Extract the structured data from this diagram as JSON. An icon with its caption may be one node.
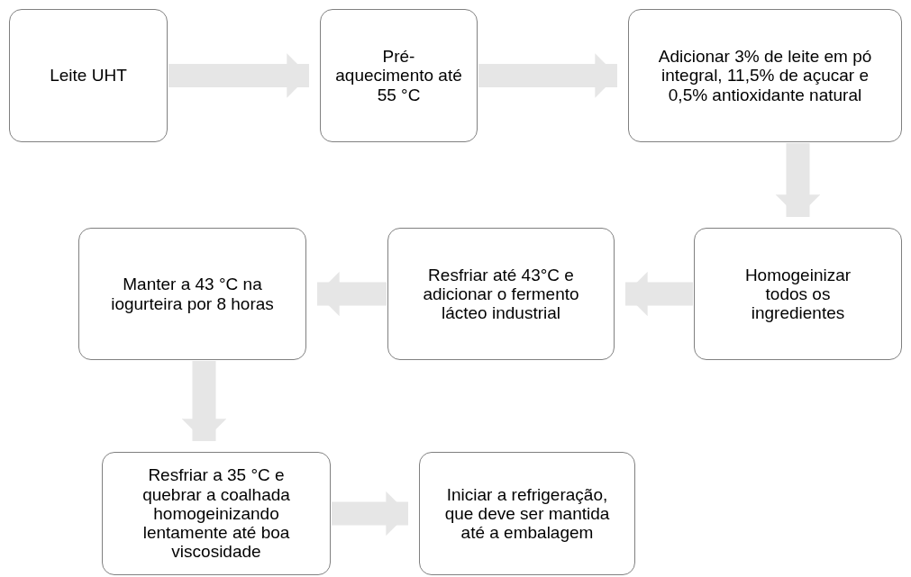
{
  "diagram": {
    "nodes": [
      {
        "text": [
          "Leite UHT"
        ]
      },
      {
        "text": [
          "Pré-aquecimento até 55 °C"
        ]
      },
      {
        "text": [
          "Adicionar 3% de leite em pó integral, 11,5% de açucar e 0,5% antioxidante natural"
        ]
      },
      {
        "text": [
          "Homogeinizar todos os ingredientes"
        ]
      },
      {
        "text": [
          "Resfriar até 43°C e adicionar o fermento lácteo industrial"
        ]
      },
      {
        "text": [
          "Manter a 43 °C na iogurteira por 8 horas"
        ]
      },
      {
        "text": [
          "Resfriar a 35 °C e quebrar a coalhada homogeinizando lentamente até boa viscosidade"
        ]
      },
      {
        "text": [
          "Iniciar a refrigeração, que deve ser mantida até a embalagem"
        ]
      }
    ],
    "edges": [
      {
        "from": 0,
        "to": 1,
        "arrow": "to"
      },
      {
        "from": 1,
        "to": 2,
        "arrow": "to"
      },
      {
        "from": 2,
        "to": 3,
        "arrow": "to"
      },
      {
        "from": 3,
        "to": 4,
        "arrow": "to"
      },
      {
        "from": 4,
        "to": 5,
        "arrow": "to"
      },
      {
        "from": 5,
        "to": 6,
        "arrow": "to"
      },
      {
        "from": 6,
        "to": 7,
        "arrow": "to"
      }
    ]
  }
}
